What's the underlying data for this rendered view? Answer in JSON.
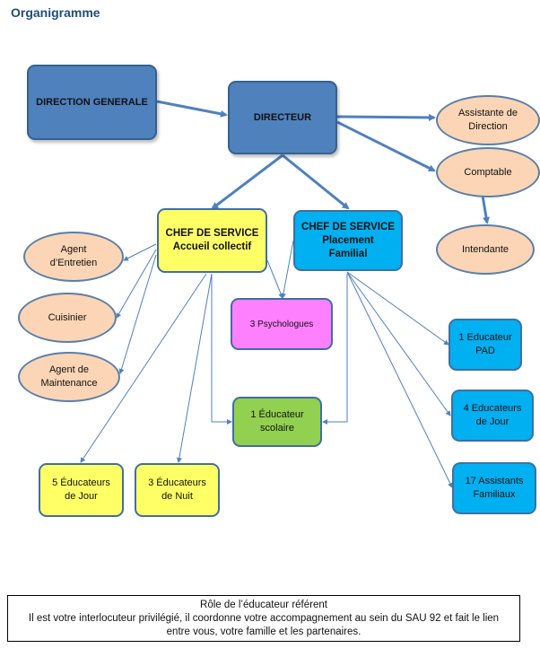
{
  "title": "Organigramme",
  "nodes": {
    "direction_generale": "DIRECTION GENERALE",
    "directeur": "DIRECTEUR",
    "assistante": "Assistante de\nDirection",
    "comptable": "Comptable",
    "intendante": "Intendante",
    "chef_accueil": "CHEF DE SERVICE\nAccueil collectif",
    "chef_placement": "CHEF DE SERVICE\nPlacement\nFamilial",
    "agent_entretien": "Agent\nd’Entretien",
    "cuisinier": "Cuisinier",
    "agent_maintenance": "Agent de\nMaintenance",
    "psychologues": "3 Psychologues",
    "educateur_scolaire": "1 Éducateur\nscolaire",
    "educateurs_jour_5": "5 Éducateurs\nde Jour",
    "educateurs_nuit_3": "3 Éducateurs\nde Nuit",
    "educateur_pad": "1 Educateur\nPAD",
    "educateurs_jour_4": "4 Educateurs\nde Jour",
    "assistants_familiaux": "17 Assistants\nFamiliaux"
  },
  "note": {
    "heading": "Rôle de l’éducateur référent",
    "line1": "Il est votre interlocuteur privilégié, il coordonne votre accompagnement au sein du SAU 92 et fait le lien",
    "line2": "entre vous, votre famille et les partenaires."
  },
  "colors": {
    "dark_blue": "#4f81bd",
    "peach": "#fbd5b5",
    "yellow": "#ffff66",
    "cyan": "#00b0f0",
    "magenta": "#ff80ff",
    "green": "#92d050",
    "connector": "#4f81bd"
  }
}
